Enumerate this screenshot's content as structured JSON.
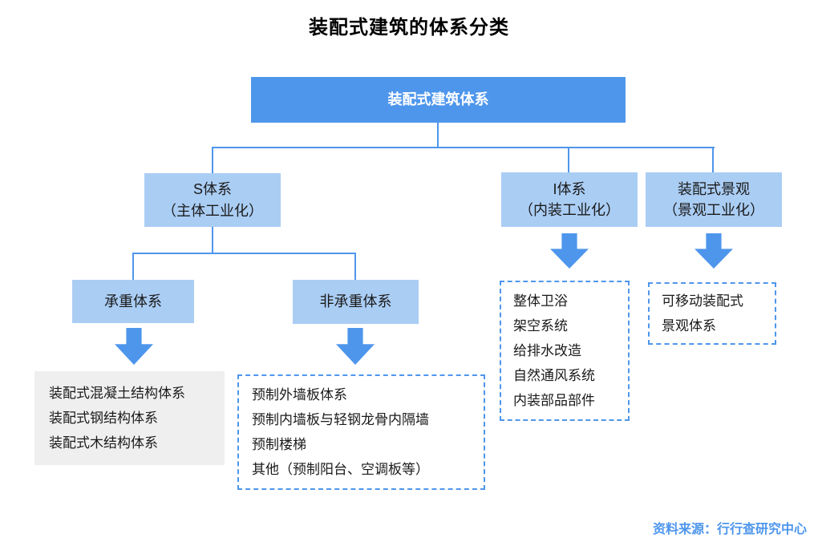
{
  "title": "装配式建筑的体系分类",
  "colors": {
    "primary_blue": "#4e96ec",
    "light_blue": "#aacdf4",
    "gray_box": "#efefef",
    "text_dark": "#1a1a1a",
    "text_white": "#ffffff"
  },
  "root": {
    "label": "装配式建筑体系"
  },
  "branches": {
    "s": {
      "line1": "S体系",
      "line2": "（主体工业化）"
    },
    "i": {
      "line1": "I体系",
      "line2": "（内装工业化）"
    },
    "landscape": {
      "line1": "装配式景观",
      "line2": "（景观工业化）"
    }
  },
  "s_children": {
    "load_bearing": {
      "label": "承重体系"
    },
    "non_load_bearing": {
      "label": "非承重体系"
    }
  },
  "leaves": {
    "load_bearing": {
      "style": "gray-solid",
      "lines": [
        "装配式混凝土结构体系",
        "装配式钢结构体系",
        "装配式木结构体系"
      ]
    },
    "non_load_bearing": {
      "style": "dashed",
      "lines": [
        "预制外墙板体系",
        "预制内墙板与轻钢龙骨内隔墙",
        "预制楼梯",
        "其他（预制阳台、空调板等）"
      ]
    },
    "i_system": {
      "style": "dashed",
      "lines": [
        "整体卫浴",
        "架空系统",
        "给排水改造",
        "自然通风系统",
        "内装部品部件"
      ]
    },
    "landscape": {
      "style": "dashed",
      "lines": [
        "可移动装配式",
        "景观体系"
      ]
    }
  },
  "source": "资料来源：行行查研究中心"
}
